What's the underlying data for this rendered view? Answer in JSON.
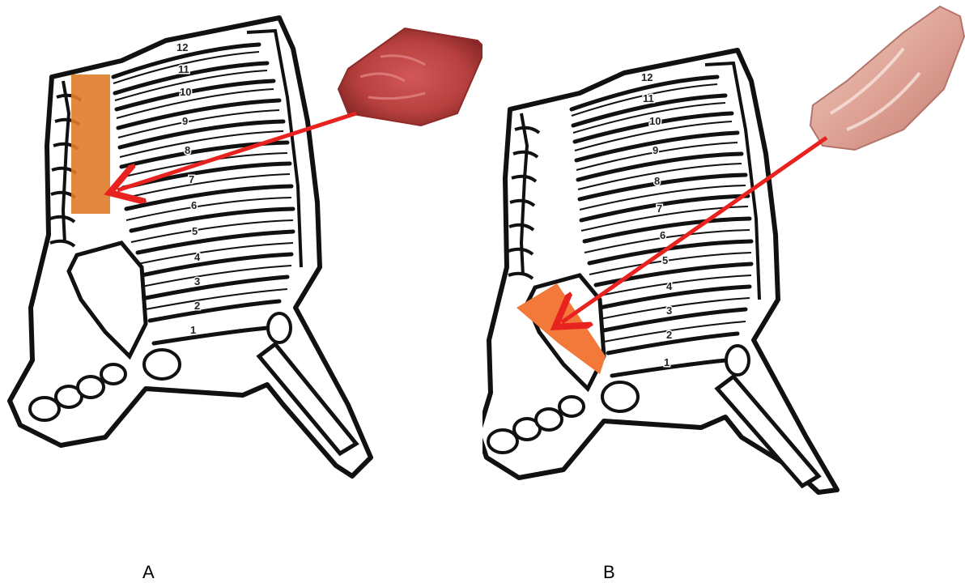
{
  "panels": [
    {
      "id": "A",
      "label": "A",
      "highlight_color": "#e07b2a",
      "highlight_region": "spine-upper-ribs",
      "meat_image": "boneless-loin-strip-photo",
      "meat_color": "#b8413f",
      "rib_numbers": [
        "12",
        "11",
        "10",
        "9",
        "8",
        "7",
        "6",
        "5",
        "4",
        "3",
        "2",
        "1"
      ]
    },
    {
      "id": "B",
      "label": "B",
      "highlight_color": "#f2793a",
      "highlight_region": "under-scapula",
      "meat_image": "tenderloin-strip-photo",
      "meat_color": "#d99a8f",
      "rib_numbers": [
        "12",
        "11",
        "10",
        "9",
        "8",
        "7",
        "6",
        "5",
        "4",
        "3",
        "2",
        "1"
      ]
    }
  ],
  "arrow_color": "#e8231f",
  "outline_color": "#111111"
}
